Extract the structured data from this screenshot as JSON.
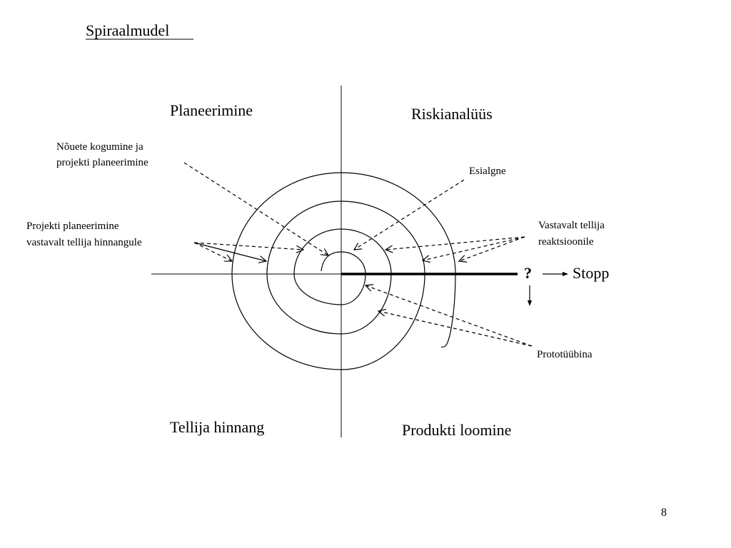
{
  "title": "Spiraalmudel",
  "quadrants": {
    "top_left": "Planeerimine",
    "top_right": "Riskianalüüs",
    "bottom_left": "Tellija hinnang",
    "bottom_right": "Produkti loomine"
  },
  "annotations": {
    "requirements": [
      "Nõuete kogumine ja",
      "projekti planeerimine"
    ],
    "preliminary": "Esialgne",
    "planning_by_evaluation": [
      "Projekti  planeerimine",
      "vastavalt  tellija hinnangule"
    ],
    "by_reaction": [
      "Vastavalt tellija",
      "reaktsioonile"
    ],
    "prototyping": "Prototüübina"
  },
  "decision": {
    "question": "?",
    "stop": "Stopp"
  },
  "page_number": "8"
}
